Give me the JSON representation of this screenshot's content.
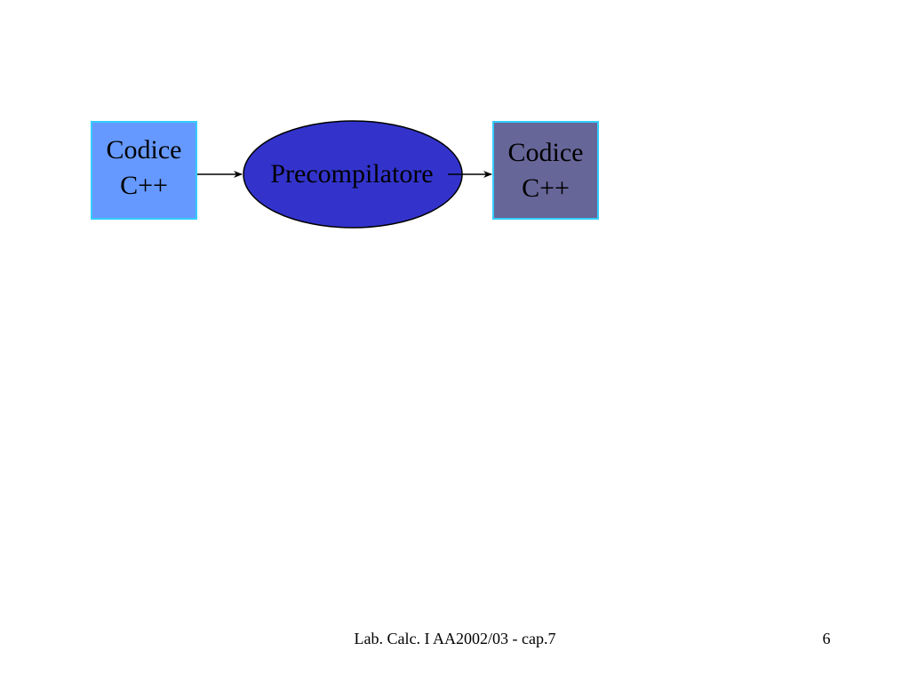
{
  "colors": {
    "input_box": "#6699ff",
    "output_box": "#666699",
    "box_border": "#33ccff",
    "ellipse_fill": "#3333cc",
    "arrow": "#000000"
  },
  "diagram": {
    "input": {
      "line1": "Codice",
      "line2": "C++"
    },
    "process": {
      "label": "Precompilatore"
    },
    "output": {
      "line1": "Codice",
      "line2": "C++"
    }
  },
  "footer": {
    "text": "Lab. Calc. I AA2002/03 - cap.7",
    "page_number": "6"
  }
}
